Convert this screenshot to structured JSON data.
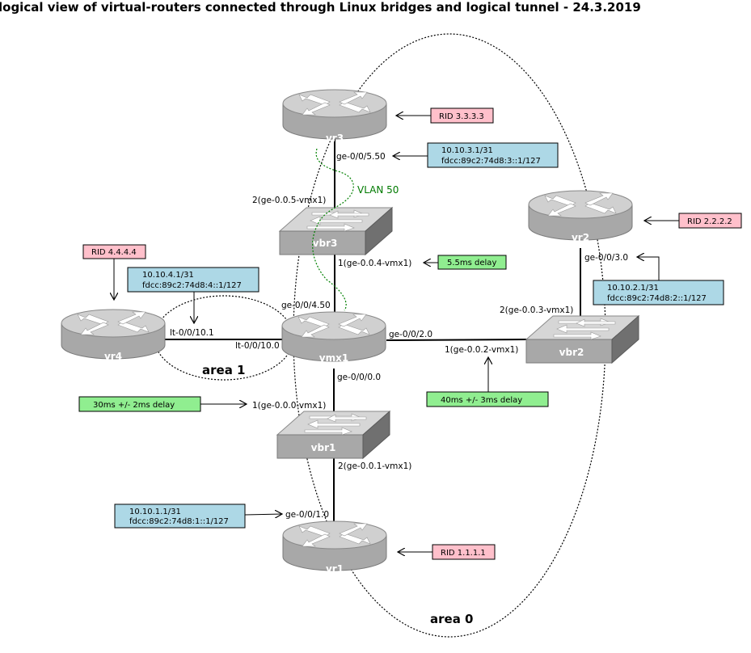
{
  "title": "logical view of virtual-routers connected through Linux bridges and logical tunnel  -  24.3.2019",
  "colors": {
    "rid_box": "#ffc0cb",
    "addr_box": "#add8e6",
    "delay_box": "#90ee90",
    "vlan": "#008000",
    "device_top": "#cfcfcf",
    "device_side": "#a6a6a6"
  },
  "routers": {
    "vr3": "vr3",
    "vr2": "vr2",
    "vr4": "vr4",
    "vmx1": "vmx1",
    "vr1": "vr1"
  },
  "bridges": {
    "vbr3": "vbr3",
    "vbr2": "vbr2",
    "vbr1": "vbr1"
  },
  "areas": {
    "area1": "area 1",
    "area0": "area 0"
  },
  "vlan": "VLAN 50",
  "rid": {
    "vr3": "RID 3.3.3.3",
    "vr2": "RID 2.2.2.2",
    "vr4": "RID 4.4.4.4",
    "vr1": "RID 1.1.1.1"
  },
  "addresses": {
    "vr3": {
      "v4": "10.10.3.1/31",
      "v6": "fdcc:89c2:74d8:3::1/127"
    },
    "vr2": {
      "v4": "10.10.2.1/31",
      "v6": "fdcc:89c2:74d8:2::1/127"
    },
    "vr4": {
      "v4": "10.10.4.1/31",
      "v6": "fdcc:89c2:74d8:4::1/127"
    },
    "vr1": {
      "v4": "10.10.1.1/31",
      "v6": "fdcc:89c2:74d8:1::1/127"
    }
  },
  "delays": {
    "vbr3": "5.5ms delay",
    "vbr2": "40ms +/- 3ms delay",
    "vbr1": "30ms +/- 2ms delay"
  },
  "interfaces": {
    "vr3_ge": "ge-0/0/5.50",
    "vbr3_port2": "2(ge-0.0.5-vmx1)",
    "vbr3_port1": "1(ge-0.0.4-vmx1)",
    "vmx1_ge4": "ge-0/0/4.50",
    "vr2_ge": "ge-0/0/3.0",
    "vbr2_port2": "2(ge-0.0.3-vmx1)",
    "vbr2_port1": "1(ge-0.0.2-vmx1)",
    "vmx1_ge2": "ge-0/0/2.0",
    "vr4_lt": "lt-0/0/10.1",
    "vmx1_lt": "lt-0/0/10.0",
    "vmx1_ge0": "ge-0/0/0.0",
    "vbr1_port1": "1(ge-0.0.0-vmx1)",
    "vbr1_port2": "2(ge-0.0.1-vmx1)",
    "vr1_ge": "ge-0/0/1.0"
  }
}
